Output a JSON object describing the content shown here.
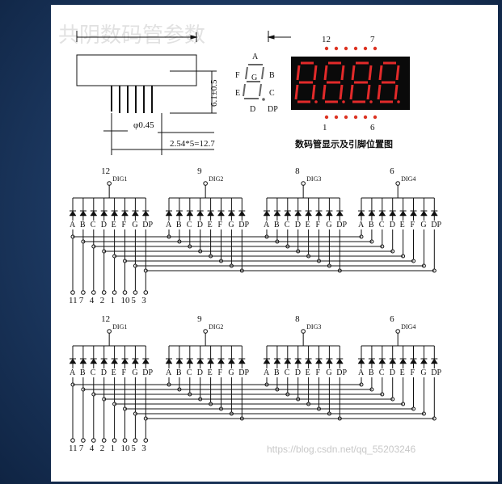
{
  "header_text": "共阴数码管参数",
  "dims": {
    "pin_diameter": "φ0.45",
    "pin_pitch": "2.54*5=12.7",
    "pin_length": "6.1±0.5"
  },
  "segment_labels": [
    "A",
    "B",
    "C",
    "D",
    "E",
    "F",
    "G",
    "DP"
  ],
  "display_digit_glyph": "8",
  "display_title": "数码管显示及引脚位置图",
  "display_pins": {
    "top_left": "12",
    "top_right": "7",
    "bottom_left": "1",
    "bottom_right": "6"
  },
  "circuits": [
    {
      "digits": [
        {
          "pin": "12",
          "label": "DIG1"
        },
        {
          "pin": "9",
          "label": "DIG2"
        },
        {
          "pin": "8",
          "label": "DIG3"
        },
        {
          "pin": "6",
          "label": "DIG4"
        }
      ],
      "segment_pins": [
        "11",
        "7",
        "4",
        "2",
        "1",
        "10",
        "5",
        "3"
      ]
    },
    {
      "digits": [
        {
          "pin": "12",
          "label": "DIG1"
        },
        {
          "pin": "9",
          "label": "DIG2"
        },
        {
          "pin": "8",
          "label": "DIG3"
        },
        {
          "pin": "6",
          "label": "DIG4"
        }
      ],
      "segment_pins": [
        "11",
        "7",
        "4",
        "2",
        "1",
        "10",
        "5",
        "3"
      ]
    }
  ],
  "watermark": "https://blog.csdn.net/qq_55203246",
  "colors": {
    "led_red": "#e22a2a",
    "background": "#1d3b63",
    "sheet": "#ffffff"
  }
}
